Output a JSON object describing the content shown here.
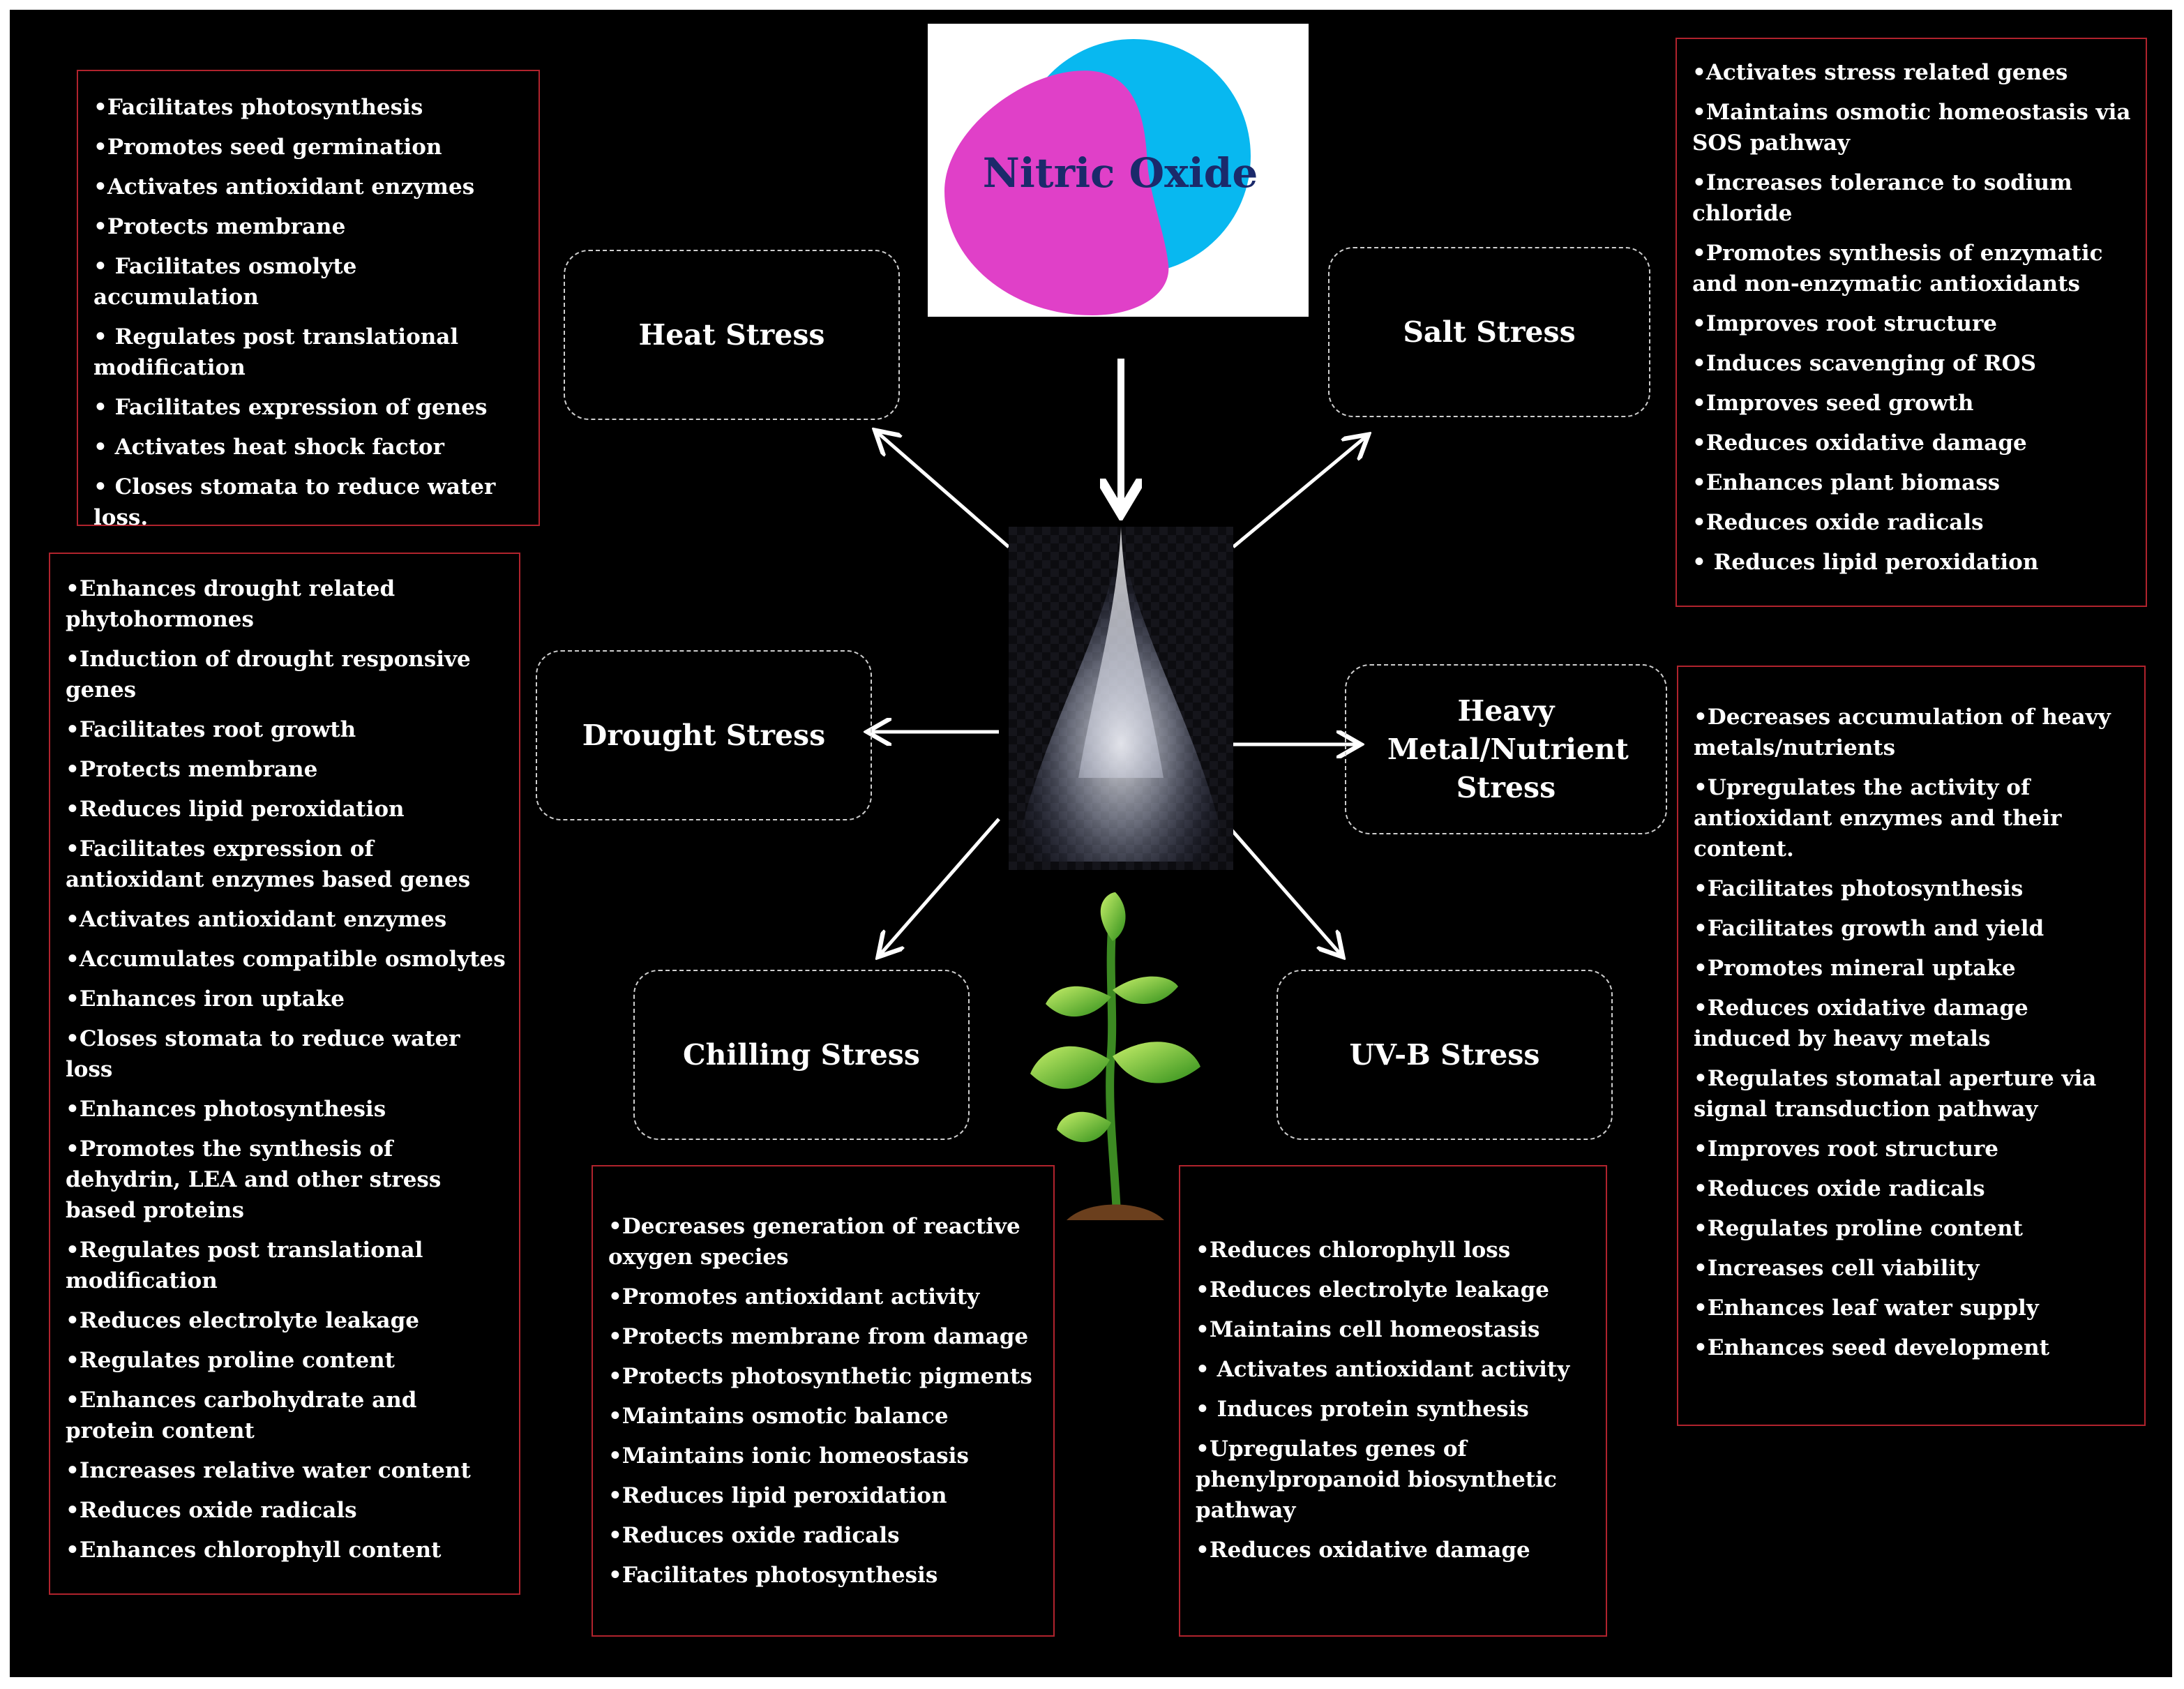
{
  "center": {
    "title": "Nitric Oxide"
  },
  "colors": {
    "magenta": "#e040c8",
    "cyan": "#08b8f0",
    "box_border": "#b0232d",
    "background": "#000000"
  },
  "stresses": {
    "heat": {
      "label": "Heat Stress",
      "effects": [
        "Facilitates  photosynthesis",
        "Promotes seed germination",
        "Activates antioxidant enzymes",
        "Protects  membrane",
        " Facilitates osmolyte accumulation",
        " Regulates post translational modification",
        " Facilitates expression of genes",
        " Activates heat shock  factor",
        " Closes stomata to reduce water loss."
      ]
    },
    "salt": {
      "label": "Salt Stress",
      "effects": [
        "Activates stress related genes",
        "Maintains osmotic homeostasis via SOS pathway",
        "Increases tolerance to sodium chloride",
        "Promotes synthesis of enzymatic and non-enzymatic antioxidants",
        "Improves root structure",
        "Induces scavenging of ROS",
        "Improves seed growth",
        "Reduces oxidative damage",
        "Enhances plant biomass",
        "Reduces oxide radicals",
        " Reduces lipid  peroxidation"
      ]
    },
    "drought": {
      "label": "Drought Stress",
      "effects": [
        "Enhances drought related phytohormones",
        "Induction of drought responsive genes",
        "Facilitates root growth",
        "Protects membrane",
        "Reduces lipid peroxidation",
        "Facilitates expression of antioxidant enzymes based genes",
        "Activates antioxidant enzymes",
        "Accumulates  compatible osmolytes",
        "Enhances iron uptake",
        "Closes stomata to reduce water loss",
        "Enhances photosynthesis",
        "Promotes the synthesis of dehydrin, LEA and other stress based proteins",
        "Regulates post translational modification",
        "Reduces electrolyte leakage",
        "Regulates proline content",
        "Enhances carbohydrate  and protein content",
        "Increases relative water content",
        "Reduces oxide radicals",
        "Enhances chlorophyll content"
      ]
    },
    "heavy_metal": {
      "label": "Heavy Metal/Nutrient Stress",
      "effects": [
        "Decreases accumulation of  heavy metals/nutrients",
        "Upregulates  the activity of antioxidant enzymes  and their content.",
        "Facilitates photosynthesis",
        "Facilitates  growth and yield",
        "Promotes mineral uptake",
        "Reduces  oxidative damage induced by heavy metals",
        "Regulates stomatal aperture via signal transduction pathway",
        "Improves root structure",
        "Reduces oxide radicals",
        "Regulates proline content",
        "Increases cell viability",
        "Enhances leaf water  supply",
        "Enhances seed development"
      ]
    },
    "chilling": {
      "label": "Chilling Stress",
      "effects": [
        "Decreases  generation of reactive oxygen species",
        "Promotes antioxidant activity",
        "Protects membrane from damage",
        "Protects photosynthetic pigments",
        "Maintains osmotic balance",
        "Maintains ionic homeostasis",
        "Reduces lipid peroxidation",
        "Reduces oxide radicals",
        "Facilitates photosynthesis"
      ]
    },
    "uvb": {
      "label": "UV-B Stress",
      "effects": [
        "Reduces chlorophyll loss",
        "Reduces electrolyte leakage",
        "Maintains cell homeostasis",
        " Activates antioxidant activity",
        " Induces protein synthesis",
        "Upregulates genes of phenylpropanoid biosynthetic pathway",
        "Reduces oxidative damage"
      ]
    }
  }
}
